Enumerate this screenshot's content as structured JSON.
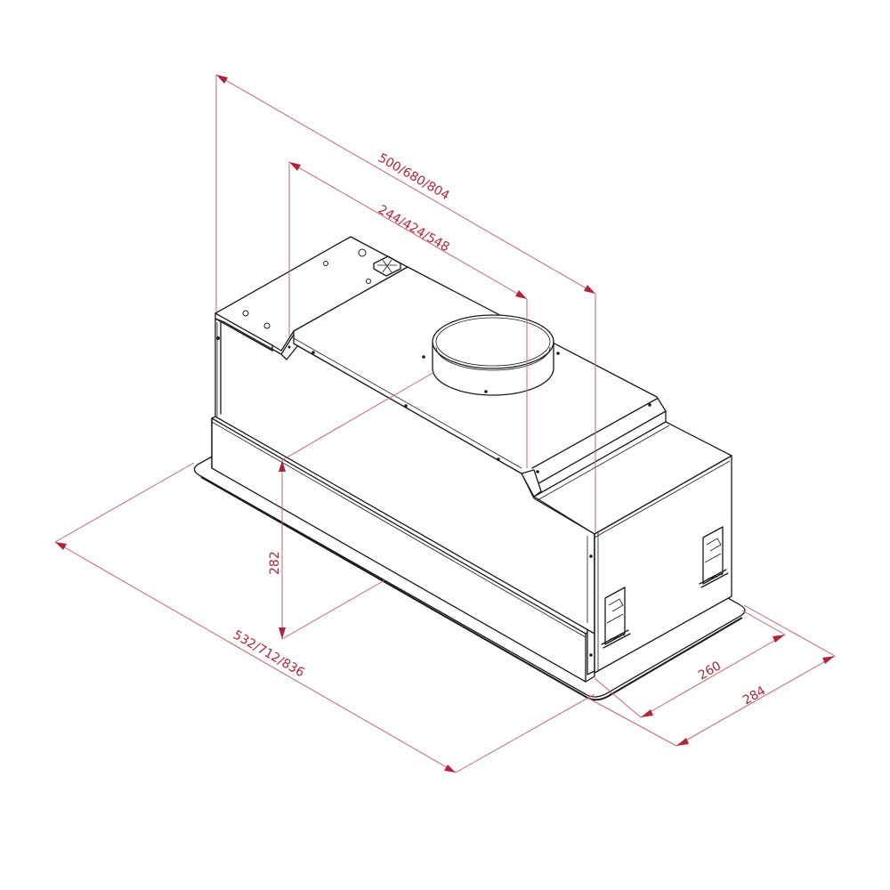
{
  "drawing": {
    "title": "Built-in cooker hood dimensional drawing",
    "colors": {
      "outline": "#1a1a1a",
      "dimension_line": "#c0676e",
      "dimension_text": "#b0243a",
      "background": "#ffffff"
    },
    "dimensions": {
      "overall_length": "500/680/804",
      "duct_offset": "244/424/548",
      "height": "282",
      "panel_length": "532/712/836",
      "body_depth": "260",
      "panel_depth": "284"
    }
  }
}
